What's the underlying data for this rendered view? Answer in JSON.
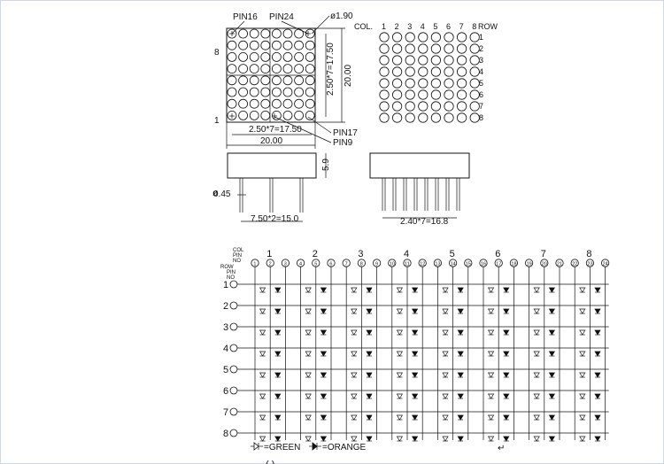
{
  "top_view": {
    "pin16": "PIN16",
    "pin24": "PIN24",
    "diameter": "ø1.90",
    "pin8": "8",
    "pin1": "1",
    "pitch_h": "2.50*7=17.50",
    "pitch_v": "2.50*7=17.50",
    "width": "20.00",
    "height": "20.00",
    "pin17": "PIN17",
    "pin9": "PIN9"
  },
  "matrix_view": {
    "col_label": "COL.",
    "row_label": "ROW",
    "cols": [
      "1",
      "2",
      "3",
      "4",
      "5",
      "6",
      "7",
      "8"
    ],
    "rows": [
      "1",
      "2",
      "3",
      "4",
      "5",
      "6",
      "7",
      "8"
    ]
  },
  "side_view": {
    "thickness": "5.9",
    "lead_dia": "0.45",
    "lead_spacing": "7.50*2=15.0",
    "pin_pitch": "2.40*7=16.8"
  },
  "schematic": {
    "col_head": [
      "COL",
      "PIN",
      "NO"
    ],
    "row_head": [
      "ROW",
      "PIN",
      "NO"
    ],
    "col_numbers": [
      "1",
      "2",
      "3",
      "4",
      "5",
      "6",
      "7",
      "8"
    ],
    "col_pins": [
      "1",
      "2",
      "3",
      "4",
      "5",
      "6",
      "7",
      "8",
      "9",
      "10",
      "11",
      "12",
      "13",
      "14",
      "15",
      "16",
      "17",
      "18",
      "19",
      "20",
      "21",
      "22",
      "23",
      "24"
    ],
    "row_numbers": [
      "1",
      "2",
      "3",
      "4",
      "5",
      "6",
      "7",
      "8"
    ],
    "legend_green": "=GREEN",
    "legend_orange": "=ORANGE",
    "return_mark": "↵"
  },
  "footer_text": "( )"
}
